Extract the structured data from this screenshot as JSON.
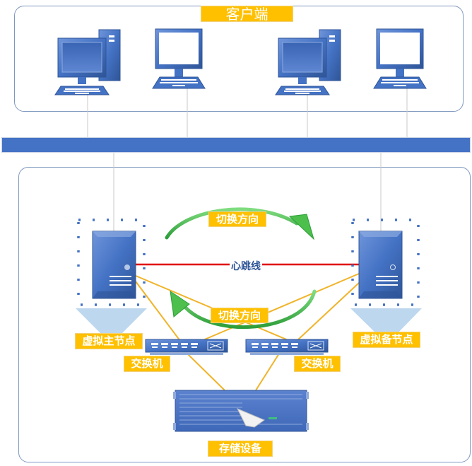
{
  "title": "客户端",
  "network_bus": "network-bus",
  "clients": [
    {
      "type": "desktop-computer"
    },
    {
      "type": "monitor-workstation"
    },
    {
      "type": "desktop-computer"
    },
    {
      "type": "monitor-workstation"
    }
  ],
  "cluster": {
    "primary_node_label": "虚拟主节点",
    "standby_node_label": "虚拟备节点",
    "heartbeat_label": "心跳线",
    "switch_direction_top": "切换方向",
    "switch_direction_bottom": "切换方向",
    "switch_left_label": "交换机",
    "switch_right_label": "交换机",
    "storage_label": "存储设备"
  },
  "colors": {
    "accent_blue": "#4472c4",
    "label_yellow": "#ffc000",
    "heartbeat_red": "#e00000",
    "link_yellow": "#f0b429",
    "arrow_green": "#4cbf4c",
    "heartbeat_text": "#2f5597"
  }
}
